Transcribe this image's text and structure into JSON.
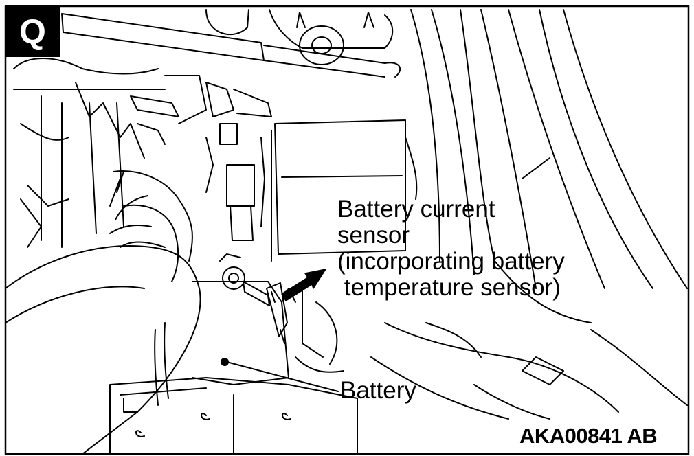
{
  "figure": {
    "section_tag": "Q",
    "figure_code": "AKA00841AB",
    "figure_code_display": "AKA00841 AB",
    "colors": {
      "ink": "#000000",
      "paper": "#ffffff"
    }
  },
  "callouts": {
    "current_sensor": {
      "line1": "Battery current",
      "line2": "sensor",
      "line3": "(incorporating battery",
      "line4": " temperature sensor)"
    },
    "battery": {
      "label": "Battery"
    }
  }
}
